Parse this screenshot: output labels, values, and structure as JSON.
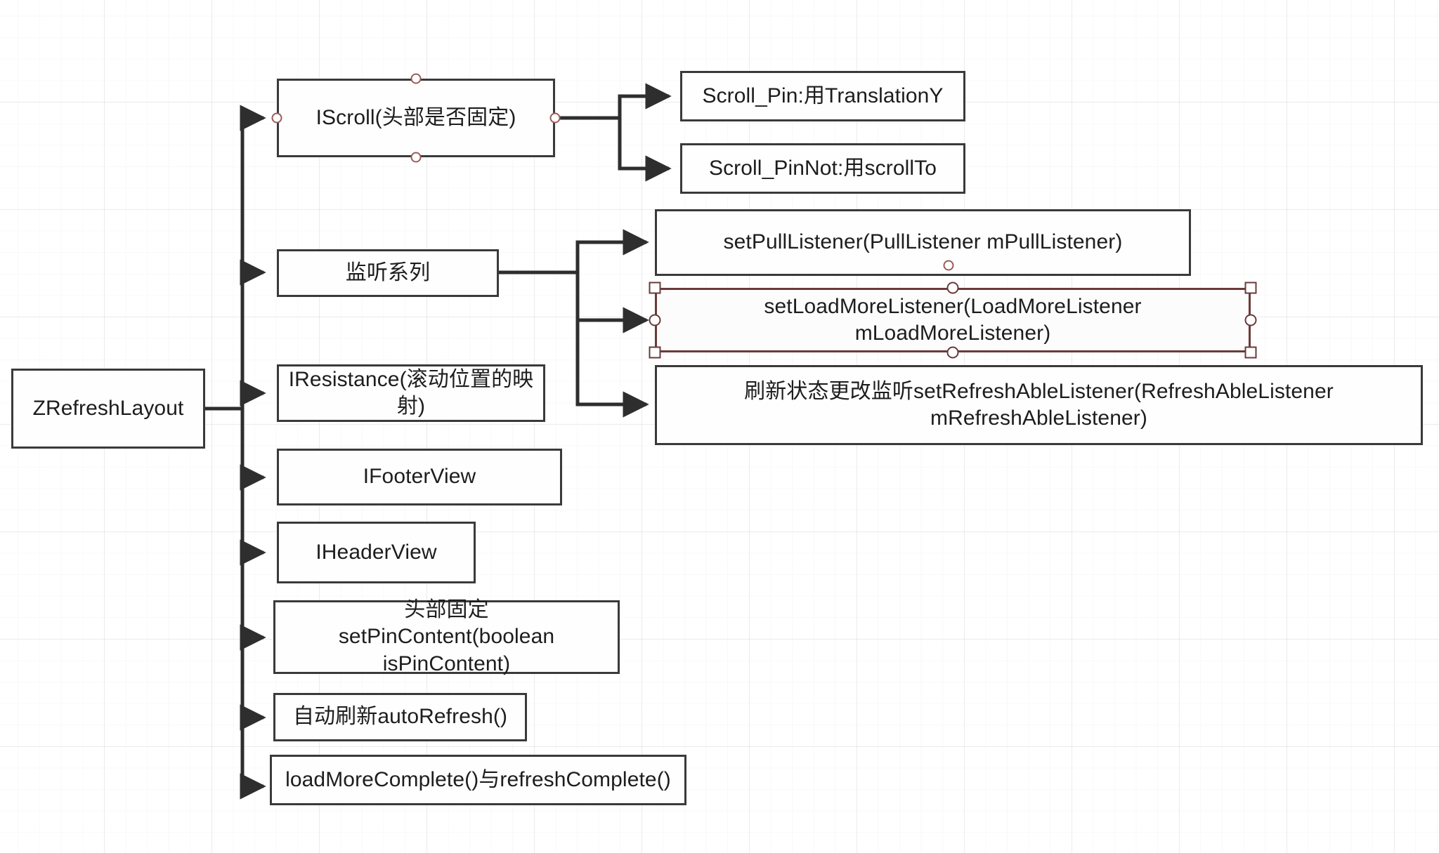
{
  "diagram": {
    "title": "ZRefreshLayout structure diagram",
    "colors": {
      "node_border": "#3a3a3a",
      "node_fill": "#fefefe",
      "wire": "#2e2e2e",
      "selection": "#6b3a3a",
      "connection_point": "#9c5a5a",
      "grid": "#e8e8e8",
      "background": "#ffffff"
    },
    "root": {
      "id": "zrefreshlayout",
      "label": "ZRefreshLayout"
    },
    "branches": [
      {
        "id": "iscroll",
        "label": "IScroll(头部是否固定)"
      },
      {
        "id": "listeners",
        "label": "监听系列"
      },
      {
        "id": "iresistance",
        "label": "IResistance(滚动位置的映射)"
      },
      {
        "id": "ifooterview",
        "label": "IFooterView"
      },
      {
        "id": "iheaderview",
        "label": "IHeaderView"
      },
      {
        "id": "pincontent",
        "label": "头部固定\nsetPinContent(boolean isPinContent)"
      },
      {
        "id": "autorefresh",
        "label": "自动刷新autoRefresh()"
      },
      {
        "id": "complete",
        "label": "loadMoreComplete()与refreshComplete()"
      }
    ],
    "iscroll_children": [
      {
        "id": "scroll-pin",
        "label": "Scroll_Pin:用TranslationY"
      },
      {
        "id": "scroll-pinnot",
        "label": "Scroll_PinNot:用scrollTo"
      }
    ],
    "listener_children": [
      {
        "id": "setpulllistener",
        "label": "setPullListener(PullListener mPullListener)",
        "selected": false
      },
      {
        "id": "setloadmorelistener",
        "label": "setLoadMoreListener(LoadMoreListener mLoadMoreListener)",
        "selected": true
      },
      {
        "id": "setrefreshablelistener",
        "label": "刷新状态更改监听setRefreshAbleListener(RefreshAbleListener mRefreshAbleListener)",
        "selected": false
      }
    ],
    "selection": {
      "target": "setloadmorelistener",
      "handle_count": 6,
      "handle_kinds": [
        "square",
        "circle",
        "square",
        "square",
        "circle",
        "square"
      ]
    }
  }
}
